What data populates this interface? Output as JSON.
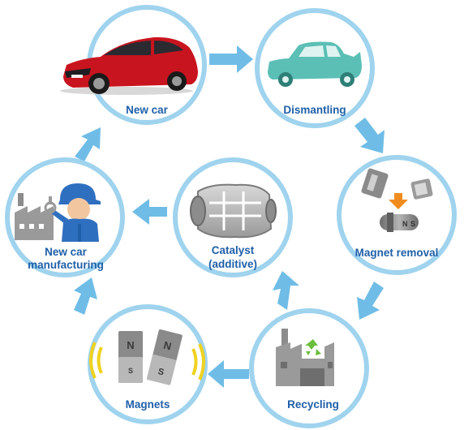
{
  "nodes": {
    "new_car": {
      "label": "New car"
    },
    "dismantling": {
      "label": "Dismantling"
    },
    "magnet_removal": {
      "label": "Magnet removal",
      "magnet_marks": [
        "N",
        "S"
      ]
    },
    "recycling": {
      "label": "Recycling"
    },
    "magnets": {
      "label": "Magnets",
      "marks": [
        "N",
        "S",
        "N",
        "S"
      ]
    },
    "new_car_manufacturing": {
      "label_lines": [
        "New car",
        "manufacturing"
      ]
    },
    "catalyst": {
      "label_lines": [
        "Catalyst",
        "(additive)"
      ]
    }
  },
  "colors": {
    "circle_border": "#9fd3ee",
    "arrow": "#6fbde6",
    "label": "#1f5fa8",
    "car_red": "#c8141e",
    "car_teal": "#5bbfb5",
    "factory_gray": "#9a9a9a",
    "arrow_orange": "#f08c1e",
    "magnet_wave": "#f0d21e"
  },
  "icons": [
    "red-car-icon",
    "teal-car-icon",
    "magnet-parts-icon",
    "recycling-factory-icon",
    "magnets-icon",
    "worker-factory-icon",
    "catalyst-icon"
  ]
}
